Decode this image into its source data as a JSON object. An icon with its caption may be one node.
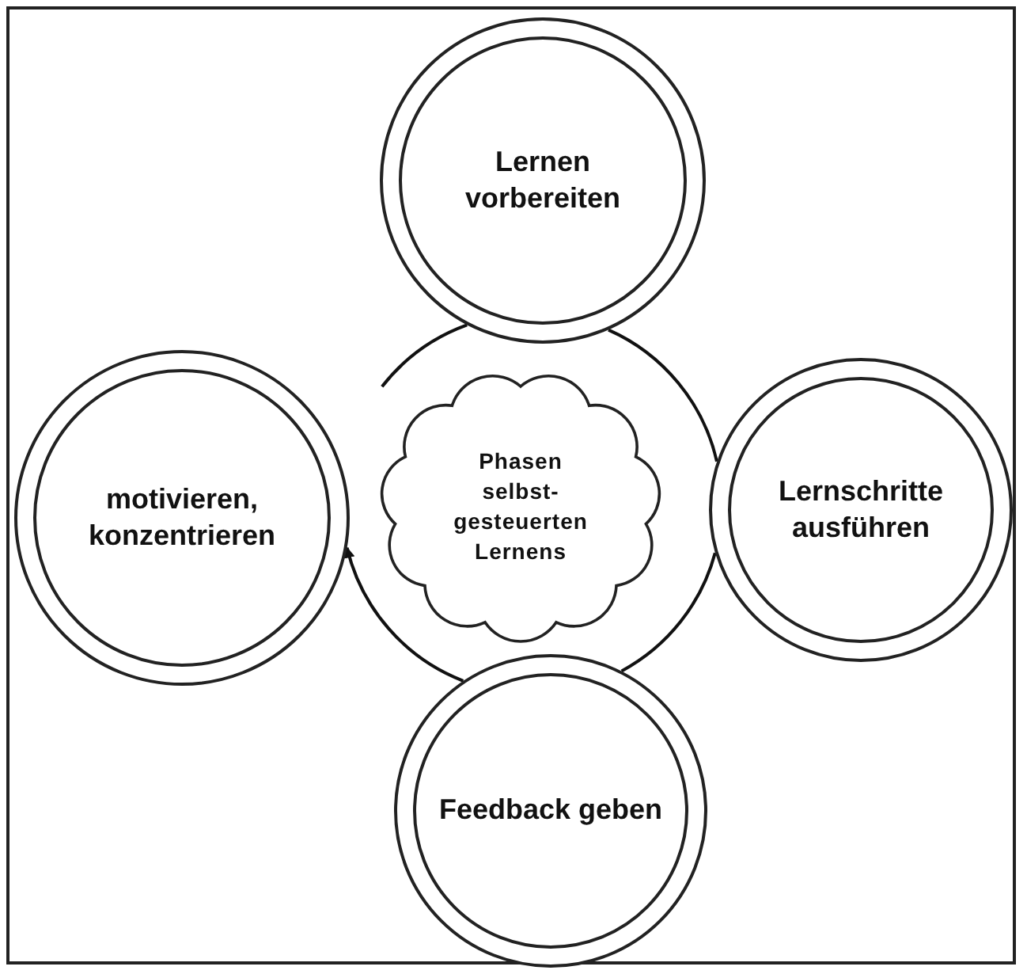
{
  "diagram": {
    "nodes": [
      {
        "text": [
          "Lernen vorbereiten"
        ]
      },
      {
        "text": [
          "motivieren, konzentrieren"
        ]
      },
      {
        "text": [
          "Phasen selbst-gesteuerten Lernens"
        ]
      },
      {
        "text": [
          "Lernschritte ausführen"
        ]
      },
      {
        "text": [
          "Feedback geben"
        ]
      }
    ],
    "edges": [
      {
        "from": 0,
        "to": 3,
        "arrow": "none"
      },
      {
        "from": 3,
        "to": 4,
        "arrow": "none"
      },
      {
        "from": 4,
        "to": 1,
        "arrow": "to"
      },
      {
        "from": 0,
        "to": null,
        "arrow": "none"
      }
    ]
  }
}
